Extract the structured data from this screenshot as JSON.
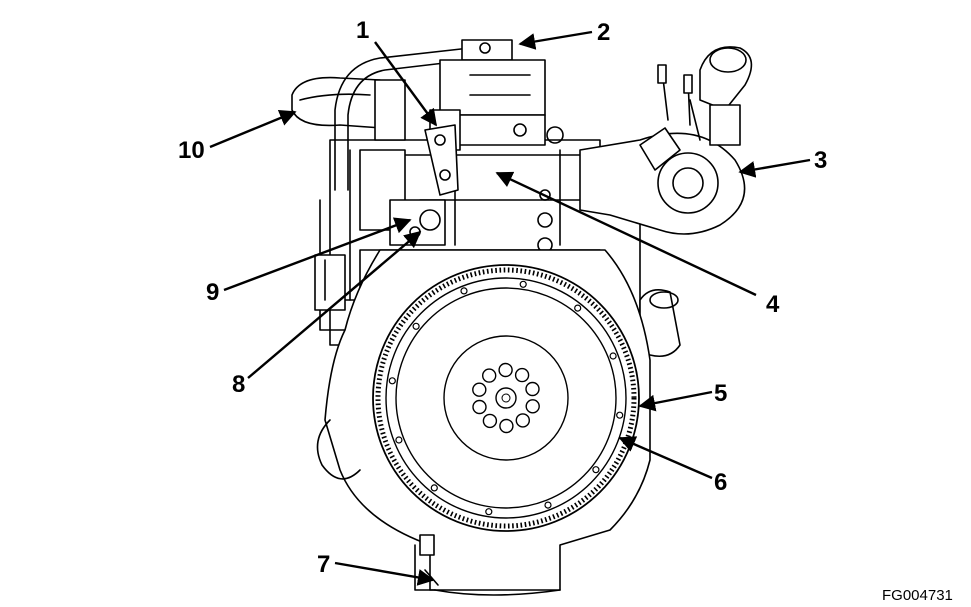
{
  "figure": {
    "id": "FG004731"
  },
  "callouts": [
    {
      "key": "1",
      "label": "1"
    },
    {
      "key": "2",
      "label": "2"
    },
    {
      "key": "3",
      "label": "3"
    },
    {
      "key": "4",
      "label": "4"
    },
    {
      "key": "5",
      "label": "5"
    },
    {
      "key": "6",
      "label": "6"
    },
    {
      "key": "7",
      "label": "7"
    },
    {
      "key": "8",
      "label": "8"
    },
    {
      "key": "9",
      "label": "9"
    },
    {
      "key": "10",
      "label": "10"
    }
  ],
  "colors": {
    "line": "#000000",
    "background": "#ffffff"
  }
}
